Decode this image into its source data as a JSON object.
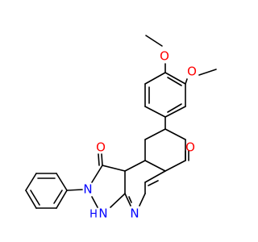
{
  "colors": {
    "bond": "#000000",
    "oxygen": "#ff0000",
    "nitrogen": "#0000ff",
    "background": "#ffffff"
  },
  "labels": {
    "o_methoxy_top": "O",
    "o_methoxy_right": "O",
    "o_carbonyl_left": "O",
    "o_carbonyl_right": "O",
    "n_phenyl": "N",
    "n_h": "N",
    "h_on_n": "H",
    "n_pyridine": "N"
  }
}
